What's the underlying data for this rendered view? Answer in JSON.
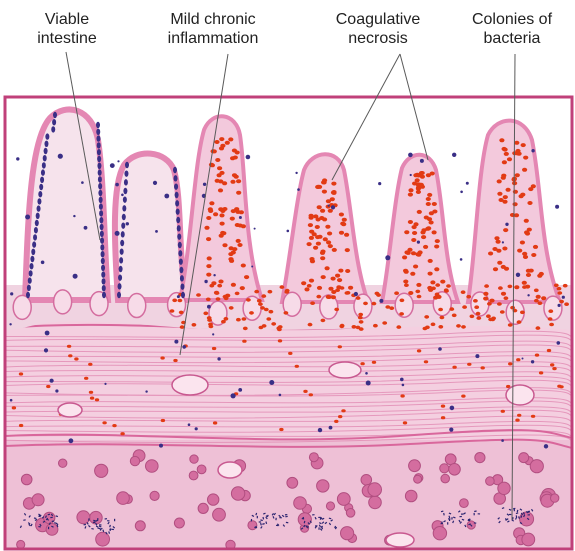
{
  "labels": {
    "viable": "Viable\nintestine",
    "mild": "Mild chronic\ninflammation",
    "necrosis": "Coagulative\nnecrosis",
    "bacteria": "Colonies of\nbacteria"
  },
  "colors": {
    "border": "#c0407a",
    "tissue_pale": "#f3dbe6",
    "epithelium": "#e487b3",
    "nucleus": "#3a2f86",
    "necrotic": "#e23a14",
    "muscle": "#e9a0c2",
    "pointer": "#5a5a5a"
  },
  "icons": {
    "villus": "villus-icon",
    "bacteria": "bacteria-colony-icon"
  }
}
